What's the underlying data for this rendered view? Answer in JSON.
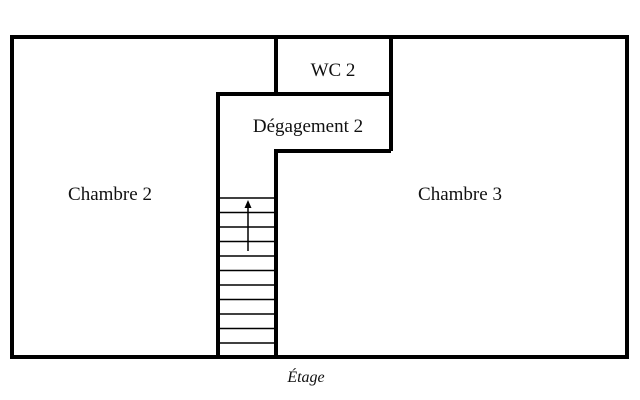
{
  "rooms": {
    "wc": "WC 2",
    "degagement": "Dégagement 2",
    "chambre_left": "Chambre 2",
    "chambre_right": "Chambre 3"
  },
  "floor_caption": "Étage",
  "stairs": {
    "direction": "up",
    "tread_lines": 11
  },
  "colors": {
    "wall": "#000000",
    "background": "#ffffff"
  }
}
